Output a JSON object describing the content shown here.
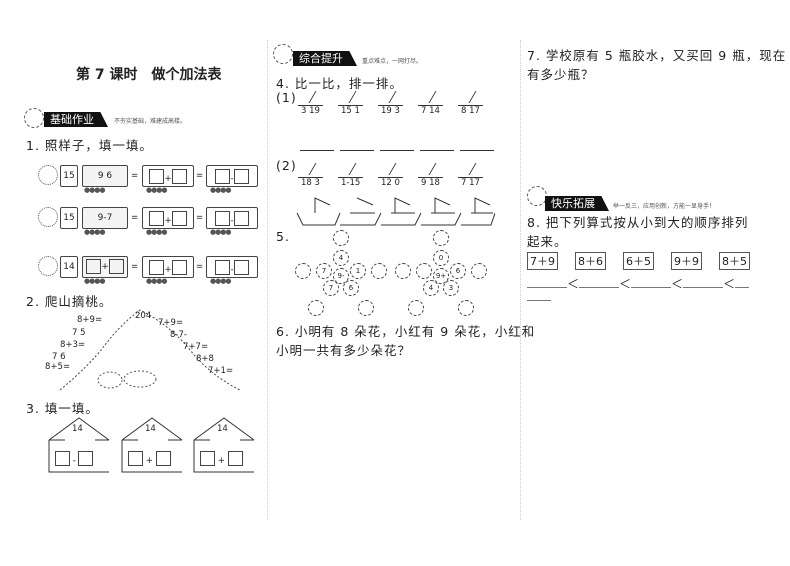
{
  "title": "第 7 课时　做个加法表",
  "sections": {
    "basic": {
      "label": "基础作业",
      "motto": "不夯实基础，难建成高楼。"
    },
    "comprehensive": {
      "label": "综合提升",
      "motto": "重点难点，一网打尽。"
    },
    "extension": {
      "label": "快乐拓展",
      "motto": "举一反三，应用创新，方能一显身手！"
    }
  },
  "q1": {
    "text": "1. 照样子，填一填。",
    "trains": [
      {
        "engine": "15",
        "expr": "9 6"
      },
      {
        "engine": "15",
        "expr": "9-7"
      },
      {
        "engine": "14",
        "expr": "+"
      }
    ],
    "plus": "+",
    "minus": "-",
    "eq": "="
  },
  "q2": {
    "text": "2. 爬山摘桃。",
    "left": [
      "8+9=",
      "7 5",
      "8+3=",
      "7 6",
      "8+5="
    ],
    "peak": "204",
    "right": [
      "7+9=",
      "8-7-",
      "7+7=",
      "8+8",
      "7+1="
    ]
  },
  "q3": {
    "text": "3. 填一填。",
    "houses": [
      {
        "top": "14",
        "op": "-"
      },
      {
        "top": "14",
        "op": "+"
      },
      {
        "top": "14",
        "op": "+"
      }
    ]
  },
  "q4": {
    "text": "4. 比一比，排一排。",
    "p1": "(1)",
    "p2": "(2)",
    "row1": [
      "3 19",
      "15 1",
      "19 3",
      "7 14",
      "8 17"
    ],
    "row2": [
      "18 3",
      "1-15",
      "12 0",
      "9 18",
      "7 17"
    ]
  },
  "q5": {
    "text": "5.",
    "star1": {
      "center": "9-",
      "points": [
        "4",
        "7",
        "1",
        "7",
        "6"
      ]
    },
    "star2": {
      "center": "9+",
      "points": [
        "0",
        "",
        "6",
        "4",
        "3"
      ]
    }
  },
  "q6": {
    "line1": "6. 小明有 8 朵花，小红有 9 朵花，小红和",
    "line2": "小明一共有多少朵花？"
  },
  "q7": {
    "line1": "7. 学校原有 5 瓶胶水，又买回 9 瓶，现在",
    "line2": "有多少瓶？"
  },
  "q8": {
    "line1": "8. 把下列算式按从小到大的顺序排列",
    "line2": "起来。",
    "exprs": [
      "7＋9",
      "8＋6",
      "6＋5",
      "9＋9",
      "8＋5"
    ],
    "lt": "＜"
  }
}
